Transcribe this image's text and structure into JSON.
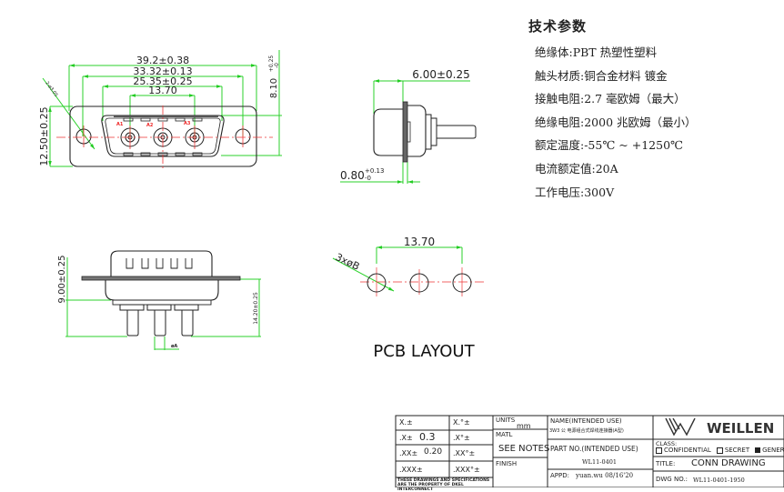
{
  "specs": {
    "title": "技术参数",
    "items": [
      "绝缘体:PBT 热塑性塑料",
      "触头材质:铜合金材料 镀金",
      "接触电阻:2.7 毫欧姆（最大）",
      "绝缘电阻:2000 兆欧姆（最小）",
      "额定温度:-55℃ ~ +1250℃",
      "电流额定值:20A",
      "工作电压:300V"
    ]
  },
  "front_view": {
    "dim_overall": "39.2±0.38",
    "dim_mount_holes": "33.32±0.13",
    "dim_shell": "25.35±0.25",
    "dim_pin_pitch": "13.70",
    "dim_height": "12.50±0.25",
    "dim_shell_height": "8.10",
    "dim_shell_height_tol_upper": "+0.25",
    "dim_shell_height_tol_lower": "-0",
    "dim_hole_note": "2-ø3.05",
    "pin_labels": [
      "A1",
      "A2",
      "A3"
    ]
  },
  "side_view": {
    "dim_depth": "6.00±0.25",
    "dim_flange": "0.80",
    "dim_flange_tol_upper": "+0.13",
    "dim_flange_tol_lower": "-0"
  },
  "bottom_view": {
    "dim_body": "9.00±0.25",
    "dim_pin_length": "14.20±0.25",
    "dim_pin_dia": "øA"
  },
  "pcb_layout": {
    "title": "PCB LAYOUT",
    "dim_pitch": "13.70",
    "hole_note": "3xøB"
  },
  "title_block": {
    "tol_x": "X.±",
    "tol_x_deg": "X.°±",
    "tol_x1": ".X±",
    "tol_x1_val": "0.3",
    "tol_x1_deg": ".X°±",
    "tol_xx": ".XX±",
    "tol_xx_val": "0.20",
    "tol_xx_deg": ".XX°±",
    "tol_xxx": ".XXX±",
    "tol_xxx_deg": ".XXX°±",
    "notice": "THESE DRAWINGS AND SPECIFICATIONS ARE THE PROPERTY OF DKEL INTERCONNECT",
    "units_label": "UNITS",
    "units_value": "mm",
    "matl_label": "MATL",
    "matl_value": "SEE NOTES",
    "finish_label": "FINISH",
    "name_label": "NAME(INTENDED USE)",
    "name_value": "3W3 公 电源组合式焊线连接器(A型)",
    "part_label": "PART NO.(INTENDED USE)",
    "part_value": "WL11-0401",
    "appd_label": "APPD:",
    "appd_value": "yuan.wu 08/16'20",
    "brand": "WEILLEN",
    "class_label": "CLASS:",
    "class_options": [
      "CONFIDENTIAL",
      "SECRET",
      "GENERAL"
    ],
    "class_selected": "GENERAL",
    "title_label": "TITLE:",
    "title_value": "CONN DRAWING",
    "dwg_label": "DWG NO.:",
    "dwg_value": "WL11-0401-1950"
  }
}
